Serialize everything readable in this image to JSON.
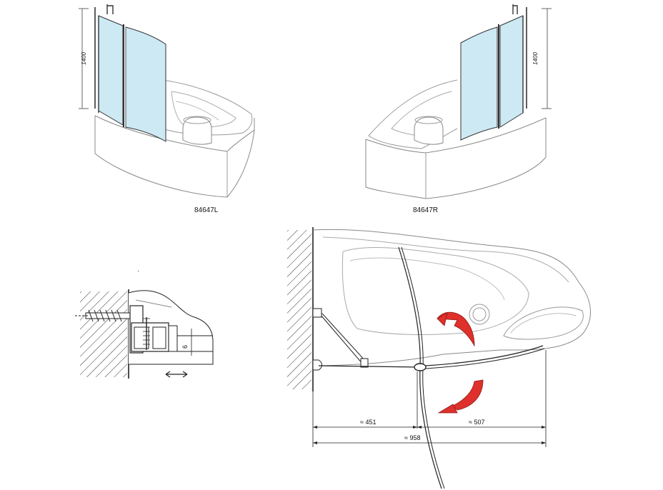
{
  "labels": {
    "left_model": "84647L",
    "right_model": "84647R",
    "left_height": "1400",
    "right_height": "1400",
    "detail_gap": "6",
    "dim_left": "≈ 451",
    "dim_right": "≈ 507",
    "dim_total": "≈ 958"
  },
  "colors": {
    "glass": "#cde9f3",
    "arrow": "#e0302b",
    "line": "#222222",
    "light_line": "#999999"
  }
}
